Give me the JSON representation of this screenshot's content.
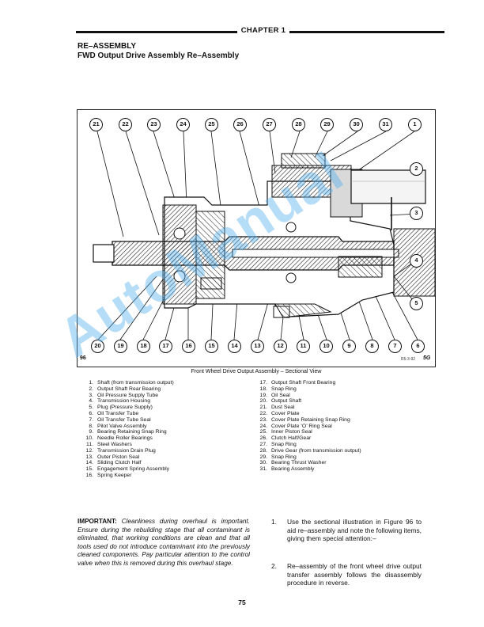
{
  "header": {
    "chapter": "CHAPTER 1"
  },
  "section": {
    "title": "RE–ASSEMBLY",
    "subtitle": "FWD Output Drive Assembly Re–Assembly"
  },
  "figure": {
    "number": "96",
    "reference": "R5-3-92",
    "code": "5G",
    "caption": "Front Wheel Drive Output Assembly – Sectional View",
    "callouts_top": [
      "21",
      "22",
      "23",
      "24",
      "25",
      "26",
      "27",
      "28",
      "29",
      "30",
      "31",
      "1"
    ],
    "callouts_right": [
      "2",
      "3",
      "4",
      "5"
    ],
    "callouts_bottom": [
      "20",
      "19",
      "18",
      "17",
      "16",
      "15",
      "14",
      "13",
      "12",
      "11",
      "10",
      "9",
      "8",
      "7",
      "6"
    ]
  },
  "legend_left": [
    {
      "num": "1.",
      "text": "Shaft (from transmission output)"
    },
    {
      "num": "2.",
      "text": "Output Shaft Rear Bearing"
    },
    {
      "num": "3.",
      "text": "Oil Pressure Supply Tube"
    },
    {
      "num": "4.",
      "text": "Transmission Housing"
    },
    {
      "num": "5.",
      "text": "Plug (Pressure Supply)"
    },
    {
      "num": "6.",
      "text": "Oil Transfer Tube"
    },
    {
      "num": "7.",
      "text": "Oil Transfer Tube Seal"
    },
    {
      "num": "8.",
      "text": "Pilot Valve Assembly"
    },
    {
      "num": "9.",
      "text": "Bearing Retaining Snap Ring"
    },
    {
      "num": "10.",
      "text": "Needle Roller Bearings"
    },
    {
      "num": "11.",
      "text": "Steel Washers"
    },
    {
      "num": "12.",
      "text": "Transmission Drain Plug"
    },
    {
      "num": "13.",
      "text": "Outer Piston Seal"
    },
    {
      "num": "14.",
      "text": "Sliding Clutch Half"
    },
    {
      "num": "15.",
      "text": "Engagement Spring Assembly"
    },
    {
      "num": "16.",
      "text": "Spring Keeper"
    }
  ],
  "legend_right": [
    {
      "num": "17.",
      "text": "Output Shaft Front Bearing"
    },
    {
      "num": "18.",
      "text": "Snap Ring"
    },
    {
      "num": "19.",
      "text": "Oil Seal"
    },
    {
      "num": "20.",
      "text": "Output Shaft"
    },
    {
      "num": "21.",
      "text": "Dust Seal"
    },
    {
      "num": "22.",
      "text": "Cover Plate"
    },
    {
      "num": "23.",
      "text": "Cover Plate Retaining Snap Ring"
    },
    {
      "num": "24.",
      "text": "Cover Plate ‘O’ Ring Seal"
    },
    {
      "num": "25.",
      "text": "Inner Piston Seal"
    },
    {
      "num": "26.",
      "text": "Clutch Half/Gear"
    },
    {
      "num": "27.",
      "text": "Snap Ring"
    },
    {
      "num": "28.",
      "text": "Drive Gear (from transmission output)"
    },
    {
      "num": "29.",
      "text": "Snap Ring"
    },
    {
      "num": "30.",
      "text": "Bearing Thrust Washer"
    },
    {
      "num": "31.",
      "text": "Bearing Assembly"
    }
  ],
  "important": {
    "label": "IMPORTANT:",
    "text": "Cleanliness during overhaul is important. Ensure during the rebuilding stage that all contaminant is eliminated, that working conditions are clean and that all tools used do not introduce contaminant into the previously cleaned components. Pay particular attention to the control valve when this is removed during this overhaul stage."
  },
  "steps": [
    {
      "num": "1.",
      "text": "Use the sectional illustration in Figure 96 to aid re–assembly and note the following items, giving them special attention:–"
    },
    {
      "num": "2.",
      "text": "Re–assembly of the front wheel drive output transfer assembly follows the disassembly procedure in reverse."
    }
  ],
  "page_number": "75",
  "watermark": "AutoManual"
}
